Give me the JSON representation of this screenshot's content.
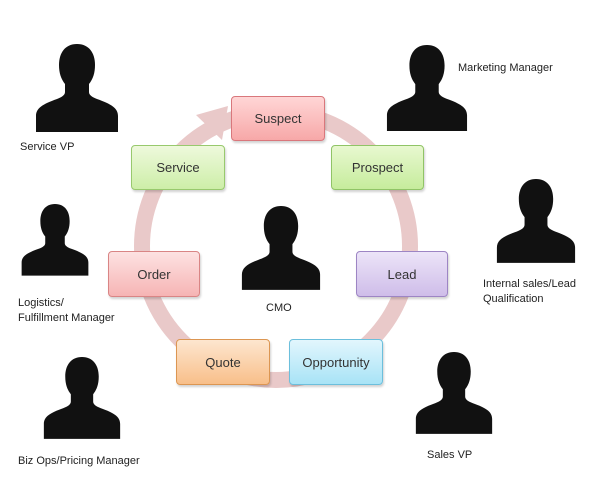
{
  "cycle_stages": [
    {
      "key": "suspect",
      "label": "Suspect",
      "fill_top": "#ffd6d6",
      "fill_bottom": "#f7a8a8",
      "border": "#d9777c"
    },
    {
      "key": "prospect",
      "label": "Prospect",
      "fill_top": "#e8f8d0",
      "fill_bottom": "#c6ec9c",
      "border": "#90c466"
    },
    {
      "key": "lead",
      "label": "Lead",
      "fill_top": "#ece4f8",
      "fill_bottom": "#cfbde9",
      "border": "#9d85c4"
    },
    {
      "key": "opportunity",
      "label": "Opportunity",
      "fill_top": "#e2f6fd",
      "fill_bottom": "#a8e3f6",
      "border": "#6cbfdc"
    },
    {
      "key": "quote",
      "label": "Quote",
      "fill_top": "#fde6cf",
      "fill_bottom": "#f8bf8a",
      "border": "#dc9652"
    },
    {
      "key": "order",
      "label": "Order",
      "fill_top": "#fde2e2",
      "fill_bottom": "#f6b4b4",
      "border": "#d98585"
    },
    {
      "key": "service",
      "label": "Service",
      "fill_top": "#eef9dc",
      "fill_bottom": "#cdeea8",
      "border": "#98c96d"
    }
  ],
  "roles": {
    "service_vp": "Service VP",
    "marketing_manager": "Marketing Manager",
    "internal_sales": "Internal sales/Lead\nQualification",
    "logistics": "Logistics/\nFulfillment Manager",
    "cmo": "CMO",
    "biz_ops": "Biz Ops/Pricing Manager",
    "sales_vp": "Sales VP"
  },
  "colors": {
    "cycle_arrow": "#e9c9c9",
    "silhouette": "#111111"
  }
}
